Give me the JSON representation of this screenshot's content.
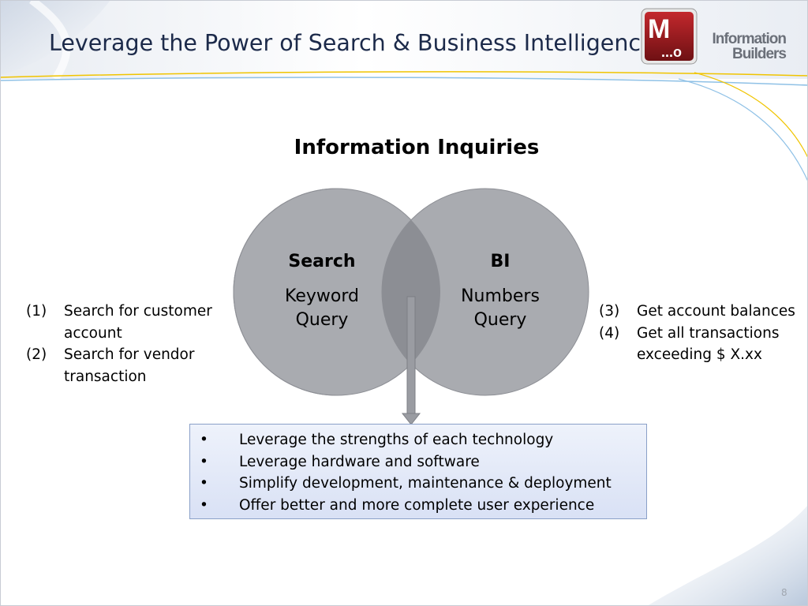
{
  "slide": {
    "title": "Leverage the Power of Search & Business Intelligence",
    "page_number": "8"
  },
  "logo": {
    "icon_letter": "M",
    "icon_dots": "...o",
    "brand_line1": "Information",
    "brand_line2": "Builders",
    "brand_color": "#8b1a1e"
  },
  "diagram": {
    "title": "Information Inquiries",
    "left_circle": {
      "heading": "Search",
      "line1": "Keyword",
      "line2": "Query"
    },
    "right_circle": {
      "heading": "BI",
      "line1": "Numbers",
      "line2": "Query"
    }
  },
  "left_list": [
    {
      "num": "(1)",
      "text": "Search for customer account"
    },
    {
      "num": "(2)",
      "text": "Search for vendor transaction"
    }
  ],
  "right_list": [
    {
      "num": "(3)",
      "text": "Get account balances"
    },
    {
      "num": "(4)",
      "text": "Get all transactions exceeding $ X.xx"
    }
  ],
  "callout": {
    "bullet": "•",
    "items": [
      "Leverage the strengths of each technology",
      "Leverage hardware and software",
      "Simplify development, maintenance & deployment",
      "Offer better and more complete user experience"
    ]
  },
  "colors": {
    "circle_fill": "#a9abb0",
    "overlap_fill": "#8c8e94",
    "title_color": "#1c2a4a"
  }
}
